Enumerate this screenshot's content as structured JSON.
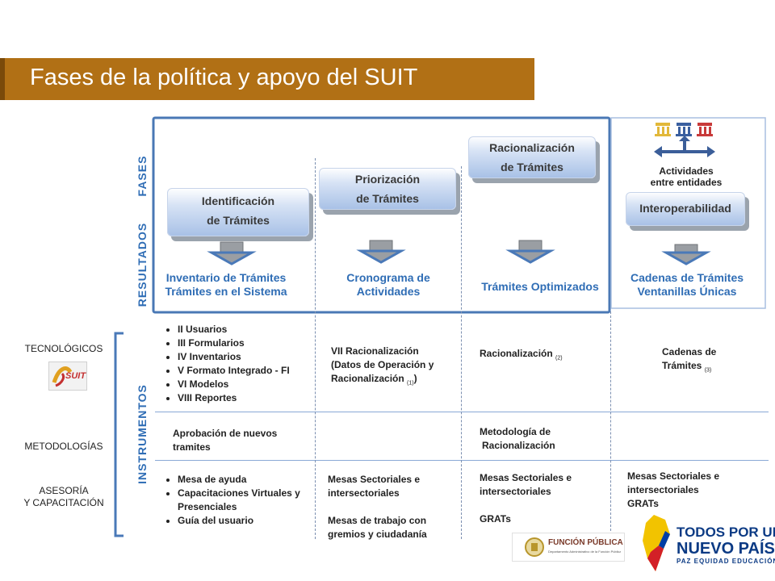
{
  "header": {
    "title": "Fases de la política y apoyo del SUIT"
  },
  "axis_labels": {
    "fases": "FASES",
    "resultados": "RESULTADOS",
    "instrumentos": "INSTRUMENTOS"
  },
  "phases": [
    {
      "line1": "Identificación",
      "line2": "de Trámites"
    },
    {
      "line1": "Priorización",
      "line2": "de Trámites"
    },
    {
      "line1": "Racionalización",
      "line2": "de Trámites"
    },
    {
      "line1": "Interoperabilidad"
    }
  ],
  "actividades": {
    "line1": "Actividades",
    "line2": "entre entidades"
  },
  "results": [
    {
      "line1": "Inventario de Trámites",
      "line2": "Trámites en  el Sistema"
    },
    {
      "line1": "Cronograma de",
      "line2": "Actividades"
    },
    {
      "line1": "Trámites Optimizados"
    },
    {
      "line1": "Cadenas de Trámites",
      "line2": "Ventanillas Únicas"
    }
  ],
  "left_labels": {
    "tecnologicos": "TECNOLÓGICOS",
    "metodologias": "METODOLOGÍAS",
    "asesoria_1": "ASESORÍA",
    "asesoria_2": "Y CAPACITACIÓN"
  },
  "tech_row": {
    "col1": [
      "II Usuarios",
      "III Formularios",
      "IV Inventarios",
      "V Formato Integrado - FI",
      "VI Modelos",
      "VIII Reportes"
    ],
    "col2": {
      "line1": "VII Racionalización",
      "line2": "(Datos de Operación y",
      "line3": "Racionalización",
      "sub": "(1)",
      "close": ")"
    },
    "col3": {
      "text": "Racionalización",
      "sub": "(2)"
    },
    "col4": {
      "line1": "Cadenas de",
      "line2": "Trámites",
      "sub": "(3)"
    }
  },
  "method_row": {
    "col1": {
      "line1": "Aprobación de nuevos",
      "line2": "tramites"
    },
    "col3": {
      "line1": "Metodología de",
      "line2": "Racionalización"
    }
  },
  "asesoria_row": {
    "col1": [
      "Mesa de ayuda",
      "Capacitaciones Virtuales  y Presenciales",
      "Guía del usuario"
    ],
    "col2": {
      "a1": "Mesas Sectoriales e",
      "a2": "intersectoriales",
      "b1": "Mesas de trabajo con",
      "b2": "gremios y ciudadanía"
    },
    "col3": {
      "a1": "Mesas Sectoriales e",
      "a2": "intersectoriales",
      "b": "GRATs"
    },
    "col4": {
      "a1": "Mesas Sectoriales e",
      "a2": "intersectoriales",
      "b": "GRATs"
    }
  },
  "logos": {
    "suit": "SUIT",
    "funcion_publica": "FUNCIÓN PÚBLICA",
    "funcion_publica_sub": "Departamento Administrativo de la Función Pública",
    "todos_1": "TODOS POR UN",
    "todos_2": "NUEVO PAÍS",
    "todos_3": "PAZ  EQUIDAD  EDUCACIÓN"
  },
  "colors": {
    "title_bar": "#b17015",
    "accent_blue": "#2f6db5",
    "arrow_blue": "#4a79b8",
    "arrow_gray": "#9a9ea3"
  }
}
